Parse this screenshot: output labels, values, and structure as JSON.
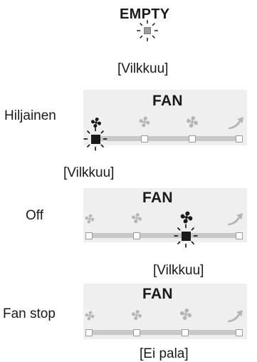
{
  "top": {
    "title": "EMPTY",
    "caption": "[Vilkkuu]"
  },
  "panels": [
    {
      "label": "Hiljainen",
      "title": "FAN",
      "caption": "[Vilkkuu]"
    },
    {
      "label": "Off",
      "title": "FAN",
      "caption": "[Vilkkuu]"
    },
    {
      "label": "Fan stop",
      "title": "FAN",
      "caption": "[Ei pala]"
    }
  ],
  "icons": {
    "fan": "fan-icon",
    "auto": "auto-arrow-icon",
    "blink": "blink-rays-icon"
  },
  "colors": {
    "panel_bg": "#efefef",
    "track": "#c8c8c8",
    "icon_faded": "#b5b5b5",
    "active": "#1a1a1a"
  }
}
